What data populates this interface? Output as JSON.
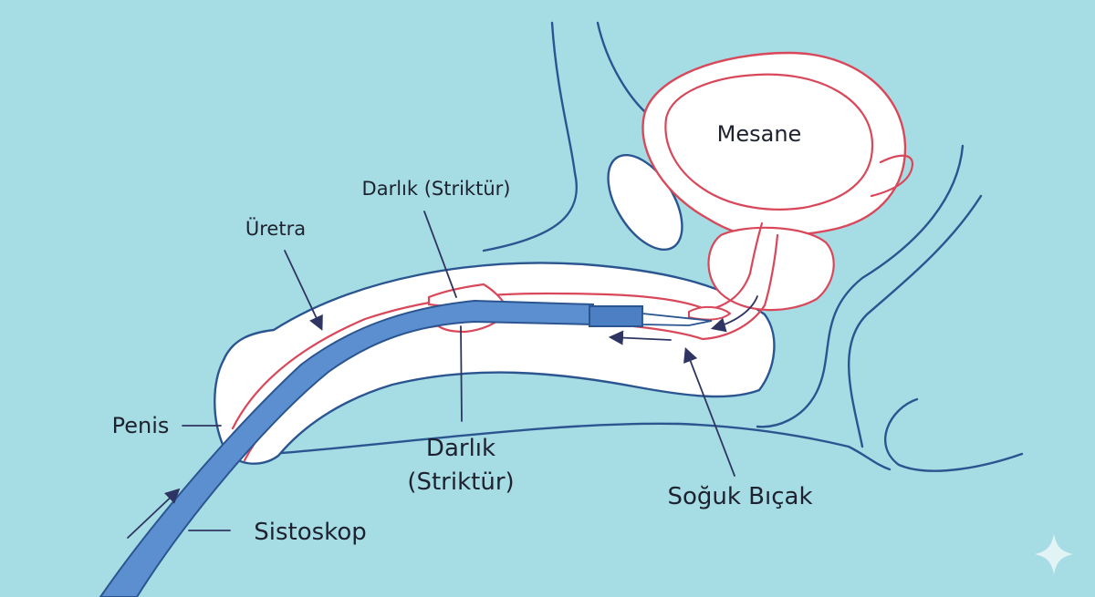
{
  "labels": {
    "mesane": "Mesane",
    "stricture_top": "Darlık (Striktür)",
    "uretra": "Üretra",
    "penis": "Penis",
    "stricture_bottom_line1": "Darlık",
    "stricture_bottom_line2": "(Striktür)",
    "cold_knife": "Soğuk Bıçak",
    "cystoscope": "Sistoskop"
  },
  "colors": {
    "background": "#a6dce3",
    "outline_blue": "#2b5590",
    "outline_red": "#d9485a",
    "cystoscope_fill": "#5b8fd0",
    "tissue_fill": "#ffffff",
    "label_text": "#1e2230"
  },
  "icons": {
    "corner_mark": "sparkle-icon"
  }
}
